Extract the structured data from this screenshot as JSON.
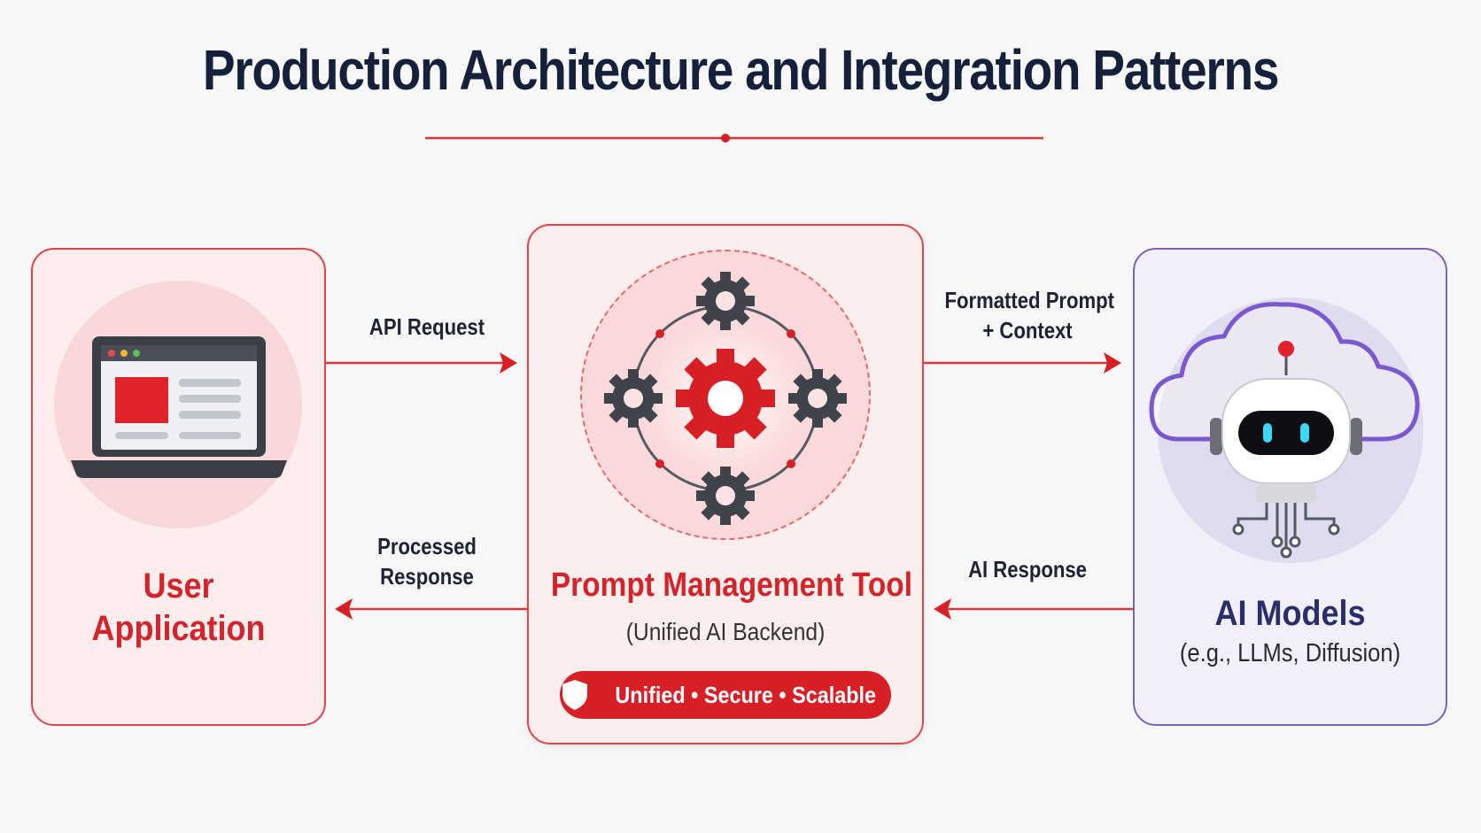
{
  "title": "Production Architecture and Integration Patterns",
  "nodes": {
    "user_app": {
      "title": "User Application"
    },
    "prompt_tool": {
      "title": "Prompt Management Tool",
      "subtitle": "(Unified AI Backend)",
      "badge": "Unified • Secure • Scalable"
    },
    "ai_models": {
      "title": "AI Models",
      "subtitle": "(e.g., LLMs, Diffusion)"
    }
  },
  "edges": {
    "api_request": "API Request",
    "formatted_prompt_line1": "Formatted Prompt",
    "formatted_prompt_line2": "+ Context",
    "processed_response_line1": "Processed",
    "processed_response_line2": "Response",
    "ai_response": "AI Response"
  },
  "colors": {
    "accent_red": "#d81f26",
    "accent_purple": "#7a64b6",
    "title_navy": "#15203a"
  },
  "icons": [
    "laptop-icon",
    "gears-network-icon",
    "shield-icon",
    "cloud-robot-icon"
  ]
}
